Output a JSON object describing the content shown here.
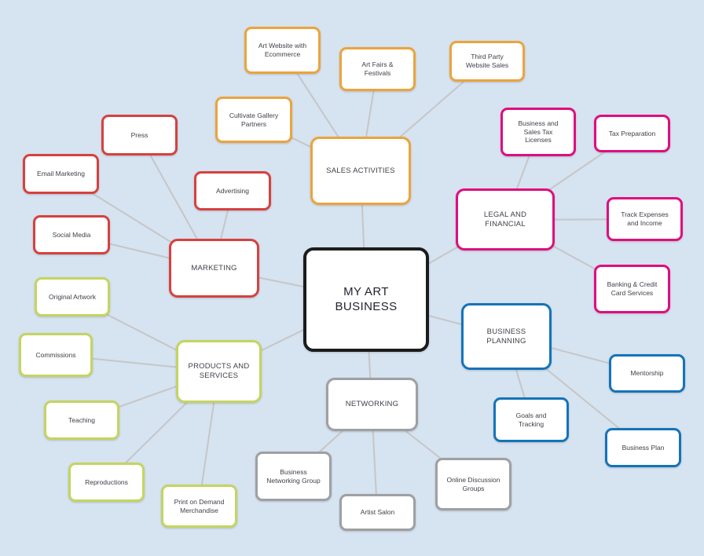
{
  "canvas": {
    "background_color": "#d6e3f0",
    "connector_color": "#c5c6c8"
  },
  "mindmap": {
    "center": {
      "label": "MY ART BUSINESS",
      "color": "#1c1c1c"
    },
    "branches": [
      {
        "label": "SALES ACTIVITIES",
        "color": "#eba43c",
        "children": [
          {
            "label": "Art Website with Ecommerce"
          },
          {
            "label": "Art Fairs & Festivals"
          },
          {
            "label": "Third Party Website Sales"
          },
          {
            "label": "Cultivate Gallery Partners"
          }
        ]
      },
      {
        "label": "LEGAL AND FINANCIAL",
        "color": "#e00d7e",
        "children": [
          {
            "label": "Business and Sales Tax Licenses"
          },
          {
            "label": "Tax Preparation"
          },
          {
            "label": "Track Expenses and Income"
          },
          {
            "label": "Banking & Credit Card Services"
          }
        ]
      },
      {
        "label": "BUSINESS PLANNING",
        "color": "#1474b8",
        "children": [
          {
            "label": "Mentorship"
          },
          {
            "label": "Goals and Tracking"
          },
          {
            "label": "Business Plan"
          }
        ]
      },
      {
        "label": "NETWORKING",
        "color": "#9fa0a3",
        "children": [
          {
            "label": "Business Networking Group"
          },
          {
            "label": "Artist Salon"
          },
          {
            "label": "Online Discussion Groups"
          }
        ]
      },
      {
        "label": "PRODUCTS AND SERVICES",
        "color": "#c3d55f",
        "children": [
          {
            "label": "Original Artwork"
          },
          {
            "label": "Commissions"
          },
          {
            "label": "Teaching"
          },
          {
            "label": "Reproductions"
          },
          {
            "label": "Print on Demand Merchandise"
          }
        ]
      },
      {
        "label": "MARKETING",
        "color": "#d6413f",
        "children": [
          {
            "label": "Press"
          },
          {
            "label": "Email Marketing"
          },
          {
            "label": "Social Media"
          },
          {
            "label": "Advertising"
          }
        ]
      }
    ]
  }
}
